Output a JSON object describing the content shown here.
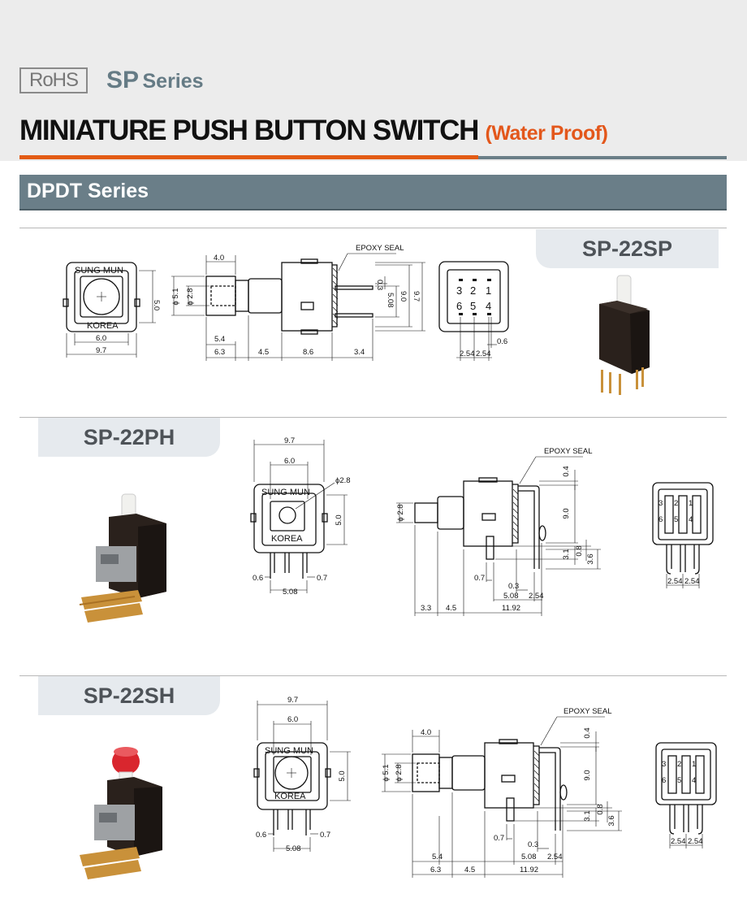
{
  "header": {
    "rohs": "RoHS",
    "series_sp": "SP",
    "series_rest": "Series",
    "title": "MINIATURE PUSH BUTTON SWITCH",
    "subtitle": "(Water Proof)"
  },
  "band": {
    "title": "DPDT Series"
  },
  "colors": {
    "accent_orange": "#e35b14",
    "slate": "#6a7e88",
    "subtitle_orange": "#e3571b",
    "tab_bg": "#e6eaee"
  },
  "sp22sp": {
    "model": "SP-22SP",
    "front": {
      "top": "SUNG MUN",
      "bottom": "KOREA",
      "d_width": "6.0",
      "d_outer": "9.7",
      "d_height": "5.0"
    },
    "side": {
      "epoxy": "EPOXY SEAL",
      "d_cap": "4.0",
      "d_phi51": "ϕ 5.1",
      "d_phi28": "ϕ 2.8",
      "d_03": "0.3",
      "d_508": "5.08",
      "d_90": "9.0",
      "d_97": "9.7",
      "d_54": "5.4",
      "d_63": "6.3",
      "d_45": "4.5",
      "d_86": "8.6",
      "d_34": "3.4"
    },
    "pins": {
      "p3": "3",
      "p2": "2",
      "p1": "1",
      "p6": "6",
      "p5": "5",
      "p4": "4",
      "d_06": "0.6",
      "d_254a": "2.54",
      "d_254b": "2.54"
    }
  },
  "sp22ph": {
    "model": "SP-22PH",
    "front": {
      "d_outer": "9.7",
      "d_width": "6.0",
      "d_phi": "ϕ2.8",
      "top": "SUNG MUN",
      "bottom": "KOREA",
      "d_50": "5.0",
      "d_06": "0.6",
      "d_07": "0.7",
      "d_508": "5.08"
    },
    "side": {
      "epoxy": "EPOXY SEAL",
      "d_phi28": "ϕ 2.8",
      "d_04": "0.4",
      "d_90": "9.0",
      "d_31": "3.1",
      "d_08": "0.8",
      "d_36": "3.6",
      "d_07": "0.7",
      "d_03": "0.3",
      "d_508": "5.08",
      "d_254": "2.54",
      "d_33": "3.3",
      "d_45": "4.5",
      "d_1192": "11.92"
    },
    "pins": {
      "p3": "3",
      "p2": "2",
      "p1": "1",
      "p6": "6",
      "p5": "5",
      "p4": "4",
      "d_254a": "2.54",
      "d_254b": "2.54"
    }
  },
  "sp22sh": {
    "model": "SP-22SH",
    "front": {
      "d_outer": "9.7",
      "d_width": "6.0",
      "top": "SUNG MUN",
      "bottom": "KOREA",
      "d_50": "5.0",
      "d_06": "0.6",
      "d_07": "0.7",
      "d_508": "5.08"
    },
    "side": {
      "epoxy": "EPOXY SEAL",
      "d_cap": "4.0",
      "d_phi51": "ϕ 5.1",
      "d_phi28": "ϕ 2.8",
      "d_04": "0.4",
      "d_90": "9.0",
      "d_31": "3.1",
      "d_08": "0.8",
      "d_36": "3.6",
      "d_07": "0.7",
      "d_03": "0.3",
      "d_54": "5.4",
      "d_508": "5.08",
      "d_254": "2.54",
      "d_63": "6.3",
      "d_45": "4.5",
      "d_1192": "11.92"
    },
    "pins": {
      "p3": "3",
      "p2": "2",
      "p1": "1",
      "p6": "6",
      "p5": "5",
      "p4": "4",
      "d_254a": "2.54",
      "d_254b": "2.54"
    }
  }
}
